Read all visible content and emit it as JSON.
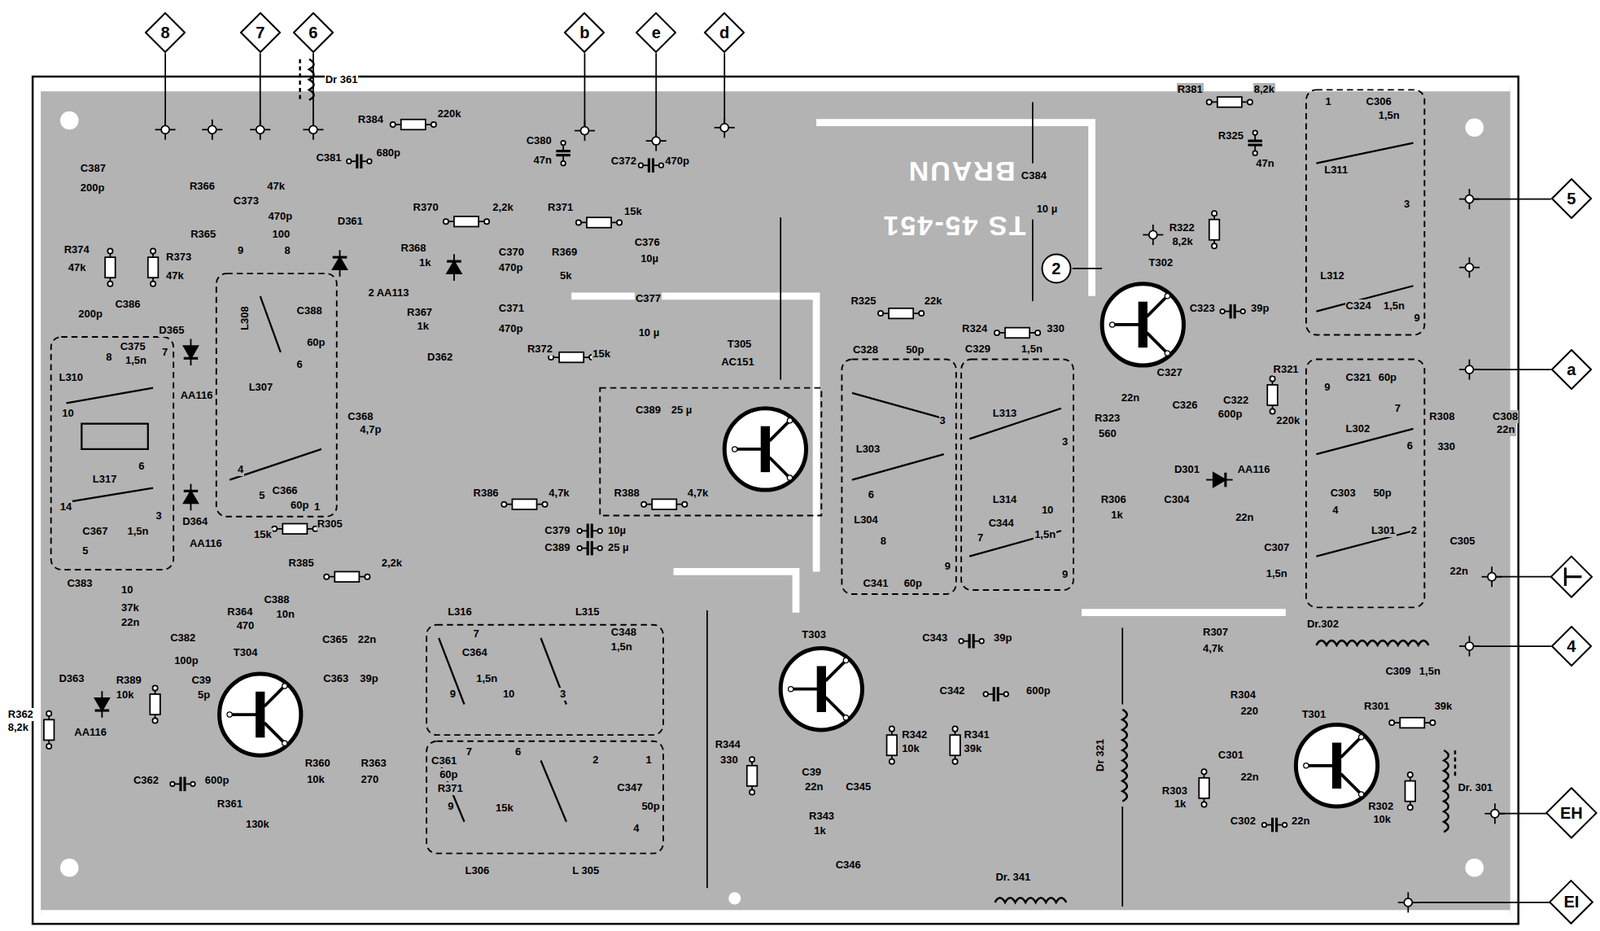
{
  "diagram": {
    "nodes": [
      {
        "text": [
          "8"
        ]
      },
      {
        "text": [
          "7"
        ]
      },
      {
        "text": [
          "6"
        ]
      },
      {
        "text": [
          "b"
        ]
      },
      {
        "text": [
          "e"
        ]
      },
      {
        "text": [
          "d"
        ]
      },
      {
        "text": [
          "5"
        ]
      },
      {
        "text": [
          "2"
        ]
      },
      {
        "text": [
          "a"
        ]
      },
      {
        "text": [
          "4"
        ]
      },
      {
        "text": [
          "EH"
        ]
      },
      {
        "text": [
          "EI"
        ]
      }
    ],
    "labels": [
      "Dr 361",
      "R384",
      "220k",
      "C380",
      "47n",
      "C372",
      "470p",
      "C381",
      "680p",
      "C387",
      "200p",
      "R366",
      "47k",
      "C373",
      "470p",
      "R365",
      "100",
      "R370",
      "2,2k",
      "R371",
      "15k",
      "C376",
      "10µ",
      "D361",
      "R368",
      "1k",
      "C370",
      "470p",
      "R369",
      "5k",
      "2 AA113",
      "R367",
      "1k",
      "C371",
      "470p",
      "C377",
      "10 µ",
      "D362",
      "R372",
      "15k",
      "T305",
      "AC151",
      "C389",
      "25 µ",
      "R374",
      "47k",
      "R373",
      "47k",
      "C386",
      "200p",
      "D365",
      "9",
      "8",
      "L308",
      "C388",
      "60p",
      "6",
      "L310",
      "8",
      "C375",
      "1,5n",
      "7",
      "10",
      "AA116",
      "L307",
      "C368",
      "4,7p",
      "L317",
      "6",
      "14",
      "3",
      "5",
      "C367",
      "1,5n",
      "D364",
      "AA116",
      "C366",
      "60p",
      "1",
      "4",
      "5",
      "R305",
      "15k",
      "R385",
      "2,2k",
      "C383",
      "10",
      "37k",
      "22n",
      "C382",
      "100p",
      "R364",
      "470",
      "C388",
      "10n",
      "C365",
      "22n",
      "R386",
      "4,7k",
      "R388",
      "4,7k",
      "C379",
      "10µ",
      "C389",
      "25 µ",
      "L316",
      "L315",
      "7",
      "C364",
      "1,5n",
      "9",
      "10",
      "3",
      "C348",
      "1,5n",
      "D363",
      "AA116",
      "R362",
      "8,2k",
      "R389",
      "10k",
      "C39",
      "5p",
      "T304",
      "C363",
      "39p",
      "C362",
      "600p",
      "R360",
      "10k",
      "R363",
      "270",
      "R361",
      "130k",
      "C361",
      "60p",
      "7",
      "6",
      "R371",
      "15k",
      "9",
      "2",
      "1",
      "C347",
      "50p",
      "4",
      "L306",
      "L 305",
      "T303",
      "R344",
      "330",
      "C39",
      "22n",
      "C345",
      "C346",
      "R343",
      "1k",
      "R342",
      "10k",
      "R341",
      "39k",
      "C343",
      "39p",
      "C342",
      "600p",
      "Dr 321",
      "Dr. 341",
      "R325",
      "22k",
      "R324",
      "330",
      "C328",
      "50p",
      "L303",
      "3",
      "6",
      "L304",
      "8",
      "C341",
      "60p",
      "9",
      "C329",
      "1,5n",
      "L313",
      "3",
      "L314",
      "10",
      "7",
      "C344",
      "1,5n",
      "9",
      "T302",
      "C384",
      "10 µ",
      "R381",
      "8,2k",
      "R325",
      "47n",
      "R322",
      "8,2k",
      "C323",
      "39p",
      "C327",
      "22n",
      "C326",
      "R323",
      "560",
      "C322",
      "600p",
      "R321",
      "220k",
      "D301",
      "AA116",
      "C304",
      "22n",
      "R306",
      "1k",
      "C307",
      "1,5n",
      "R307",
      "4,7k",
      "L311",
      "1",
      "C306",
      "1,5n",
      "3",
      "L312",
      "C324",
      "1,5n",
      "9",
      "C321",
      "60p",
      "9",
      "7",
      "L302",
      "6",
      "C303",
      "50p",
      "L301",
      "4",
      "2",
      "R308",
      "330",
      "C308",
      "22n",
      "C305",
      "22n",
      "Dr.302",
      "C309",
      "1,5n",
      "R304",
      "220",
      "R301",
      "39k",
      "T301",
      "C301",
      "22n",
      "R303",
      "1k",
      "C302",
      "22n",
      "R302",
      "10k",
      "Dr. 301",
      "BRAUN",
      "TS 45-451"
    ]
  }
}
